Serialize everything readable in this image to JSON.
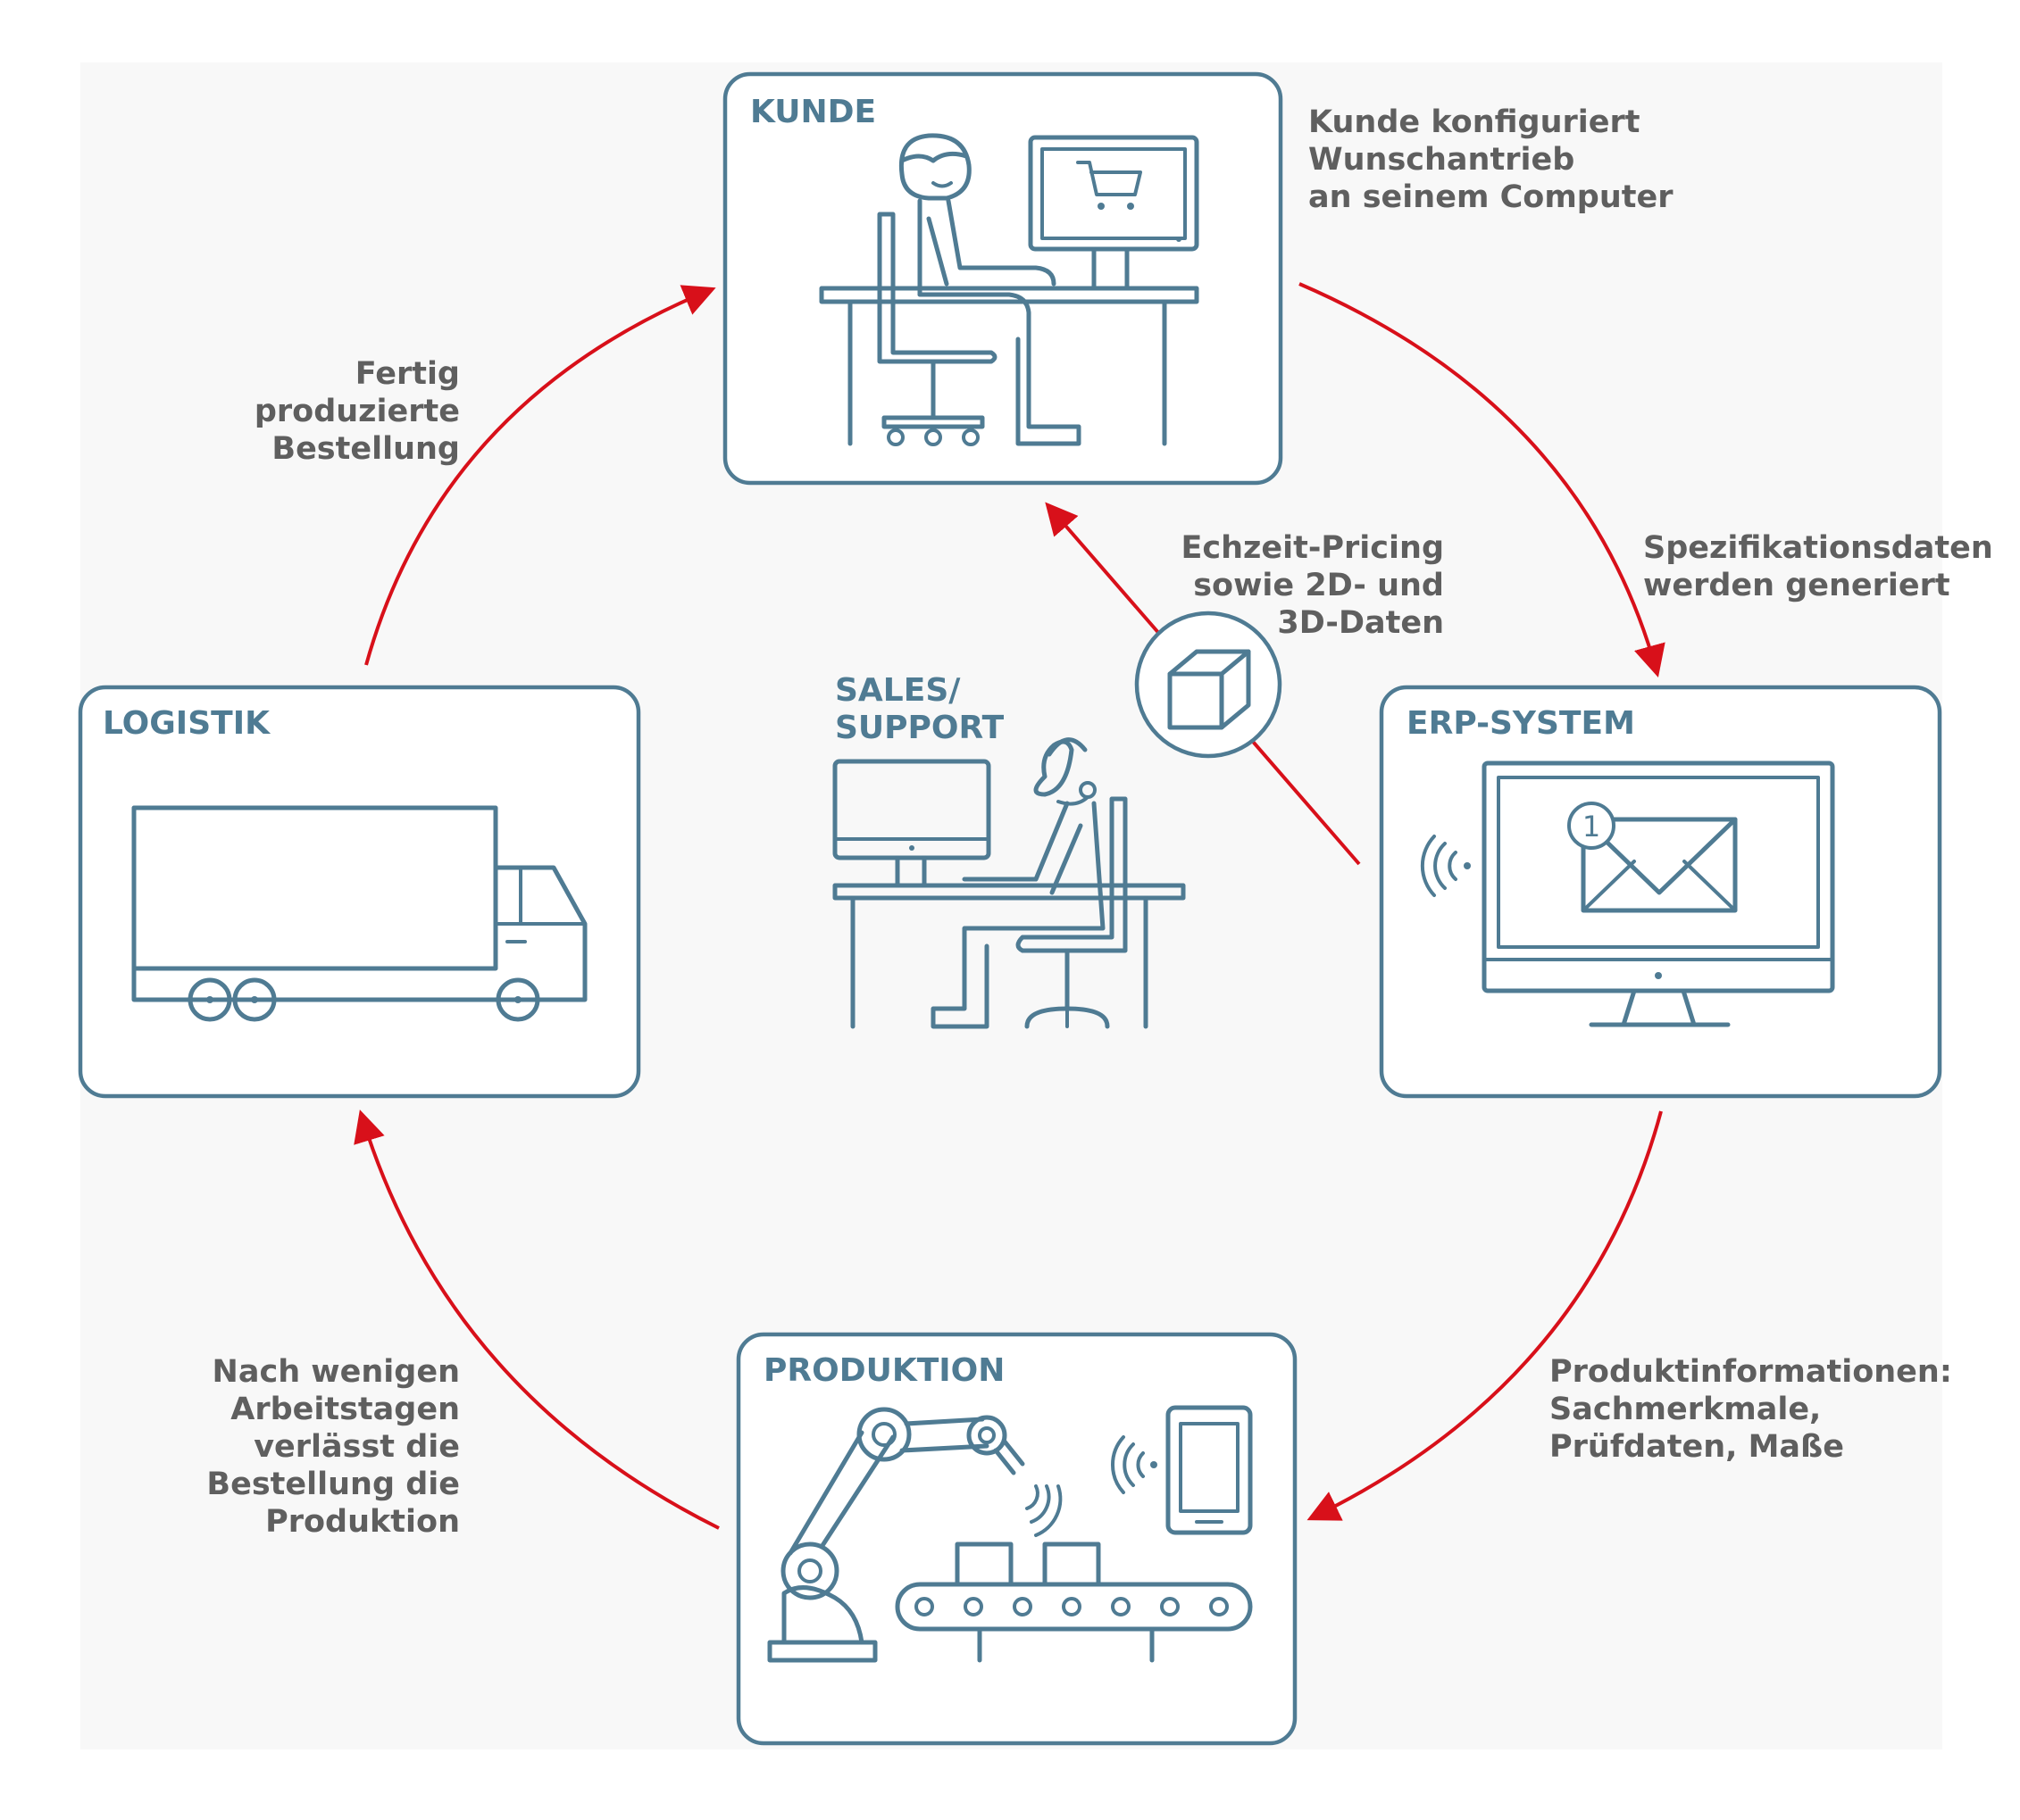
{
  "colors": {
    "line": "#4f7b93",
    "arrow": "#d8101a",
    "caption_text": "#5f5f5f",
    "background": "#f8f8f8"
  },
  "nodes": {
    "kunde": {
      "title": "KUNDE"
    },
    "erp": {
      "title": "ERP-SYSTEM",
      "badge": "1"
    },
    "produktion": {
      "title": "PRODUKTION"
    },
    "logistik": {
      "title": "LOGISTIK"
    },
    "sales": {
      "title_line1": "SALES/",
      "title_line2": "SUPPORT"
    }
  },
  "captions": {
    "kunde_erp": [
      "Kunde konfiguriert",
      "Wunschantrieb",
      "an seinem Computer"
    ],
    "spezifikation": [
      "Spezifikationsdaten",
      "werden generiert"
    ],
    "erp_produktion": [
      "Produktinformationen:",
      "Sachmerkmale,",
      "Prüfdaten, Maße"
    ],
    "produktion_logistik": [
      "Nach wenigen",
      "Arbeitstagen",
      "verlässt die",
      "Bestellung die",
      "Produktion"
    ],
    "logistik_kunde": [
      "Fertig",
      "produzierte",
      "Bestellung"
    ],
    "pricing": [
      "Echzeit-Pricing",
      "sowie 2D- und",
      "3D-Daten"
    ]
  },
  "icons": {
    "kunde": "person-at-computer-with-shopping-cart-icon",
    "erp": "monitor-with-email-notification-icon",
    "produktion": "robot-arm-conveyor-belt-tablet-icon",
    "logistik": "truck-icon",
    "sales": "support-agent-with-headset-icon",
    "data": "cube-icon"
  }
}
